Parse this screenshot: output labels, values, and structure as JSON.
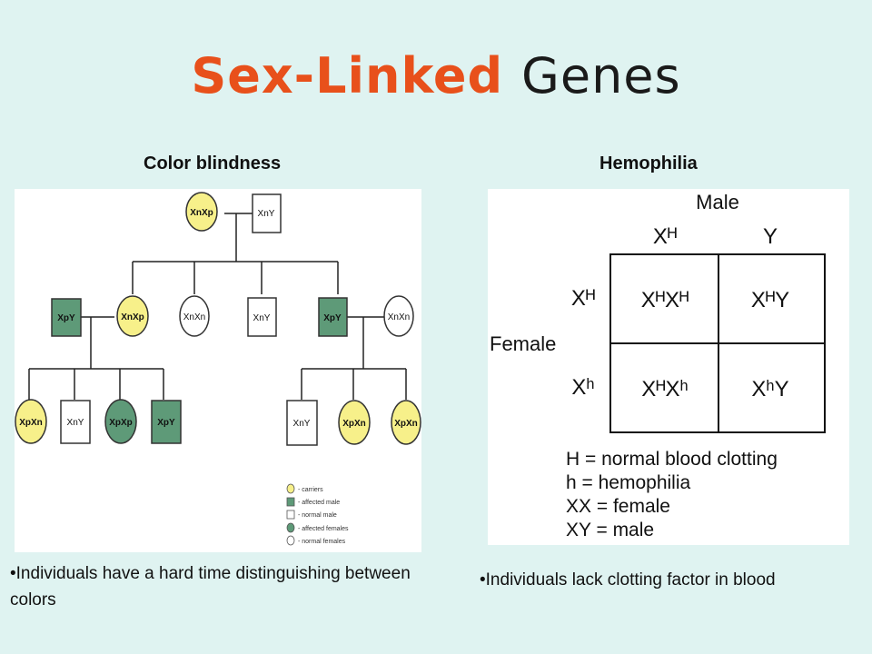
{
  "title": {
    "part1": "Sex-Linked",
    "part2": "Genes"
  },
  "left": {
    "caption": "Color blindness",
    "note": "•Individuals have a hard time distinguishing between colors",
    "pedigree": {
      "parents": [
        "XnXp",
        "XnY"
      ],
      "generation2": [
        "XpY",
        "XnXp",
        "XnXn",
        "XnY",
        "XpY",
        "XnXn"
      ],
      "generation3_left": [
        "XpXn",
        "XnY",
        "XpXp",
        "XpY"
      ],
      "generation3_right": [
        "XnY",
        "XpXn",
        "XpXn"
      ],
      "legend": [
        "- carriers",
        "- affected male",
        "- normal male",
        "- affected females",
        "- normal females"
      ]
    },
    "colors": {
      "carrier": "#f7f08a",
      "affected": "#5e9a78",
      "normal": "#ffffff"
    }
  },
  "right": {
    "caption": "Hemophilia",
    "note": "•Individuals lack clotting factor in blood",
    "punnett": {
      "male_label": "Male",
      "female_label": "Female",
      "col_headers": [
        "Xᴴ",
        "Y"
      ],
      "row_headers": [
        "Xᴴ",
        "Xʰ"
      ],
      "cells": [
        [
          "XᴴXᴴ",
          "XᴴY"
        ],
        [
          "XᴴXʰ",
          "XʰY"
        ]
      ],
      "key": [
        "H = normal blood clotting",
        "h = hemophilia",
        "XX = female",
        "XY = male"
      ]
    }
  }
}
